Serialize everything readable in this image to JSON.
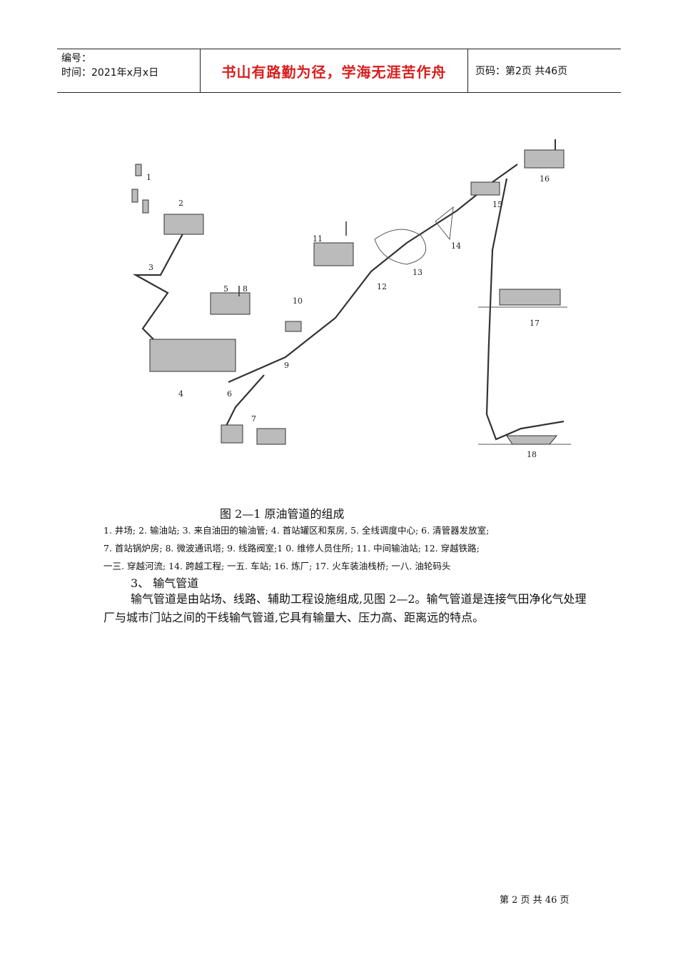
{
  "header": {
    "number_label": "编号：",
    "time_label": "时间：2021年x月x日",
    "motto": "书山有路勤为径，学海无涯苦作舟",
    "page_info": "页码：第2页 共46页"
  },
  "figure": {
    "labels": [
      "1",
      "2",
      "3",
      "4",
      "5",
      "6",
      "7",
      "8",
      "9",
      "10",
      "11",
      "12",
      "13",
      "14",
      "15",
      "16",
      "17",
      "18"
    ]
  },
  "caption": "图 2—1  原油管道的组成",
  "legend_lines": [
    "1. 井场; 2. 输油站; 3. 来自油田的输油管; 4. 首站罐区和泵房, 5. 全线调度中心; 6. 清管器发放室;",
    "7. 首站锅炉房; 8. 微波通讯塔; 9. 线路阀室;1 0. 维修人员住所; 11. 中间输油站; 12. 穿越铁路;",
    "一三. 穿越河流; 14. 跨越工程; 一五. 车站; 16. 炼厂; 17. 火车装油栈桥; 一八. 油轮码头"
  ],
  "section_title": "3、  输气管道",
  "paragraph": "输气管道是由站场、线路、辅助工程设施组成,见图 2—2。输气管道是连接气田净化气处理厂与城市门站之间的干线输气管道,它具有输量大、压力高、距离远的特点。",
  "footer": "第 2 页 共 46 页"
}
